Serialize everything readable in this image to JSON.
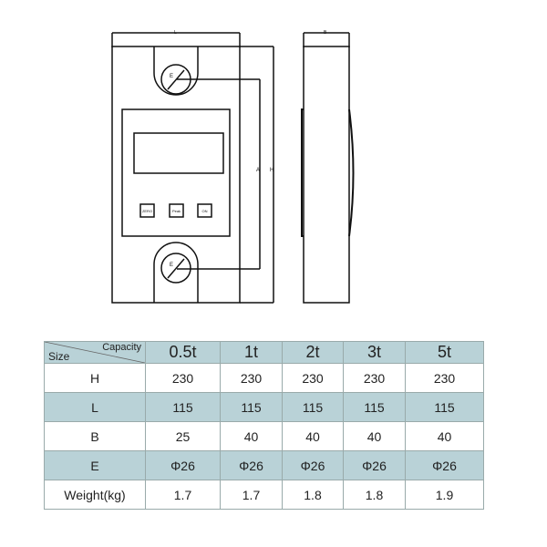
{
  "drawing": {
    "dimension_labels": {
      "length": "L",
      "breadth": "B",
      "height": "H",
      "eye_spacing": "A",
      "eye_top": "E",
      "eye_bottom": "E"
    },
    "buttons": [
      "ZERO",
      "Peak",
      "ON"
    ]
  },
  "table": {
    "corner_top": "Capacity",
    "corner_bottom": "Size",
    "capacities": [
      "0.5t",
      "1t",
      "2t",
      "3t",
      "5t"
    ],
    "rows": [
      {
        "label": "H",
        "values": [
          "230",
          "230",
          "230",
          "230",
          "230"
        ]
      },
      {
        "label": "L",
        "values": [
          "115",
          "115",
          "115",
          "115",
          "115"
        ]
      },
      {
        "label": "B",
        "values": [
          "25",
          "40",
          "40",
          "40",
          "40"
        ]
      },
      {
        "label": "E",
        "values": [
          "Φ26",
          "Φ26",
          "Φ26",
          "Φ26",
          "Φ26"
        ]
      },
      {
        "label": "Weight(kg)",
        "values": [
          "1.7",
          "1.7",
          "1.8",
          "1.8",
          "1.9"
        ]
      }
    ]
  },
  "colors": {
    "header_band": "#b9d2d7",
    "line": "#111111"
  }
}
